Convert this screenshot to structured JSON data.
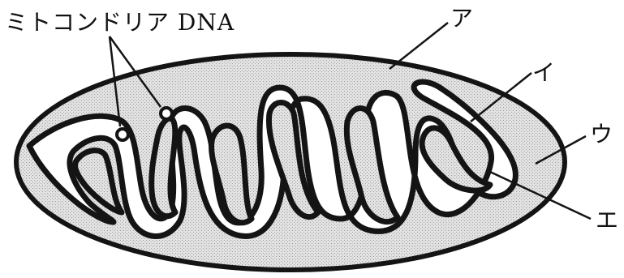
{
  "labels": {
    "mtdna": "ミトコンドリア DNA",
    "a": "ア",
    "i": "イ",
    "u": "ウ",
    "e": "エ"
  },
  "colors": {
    "outline": "#141414",
    "matrix_fill": "#d6d6d6",
    "intermembrane_fill": "#ffffff"
  }
}
